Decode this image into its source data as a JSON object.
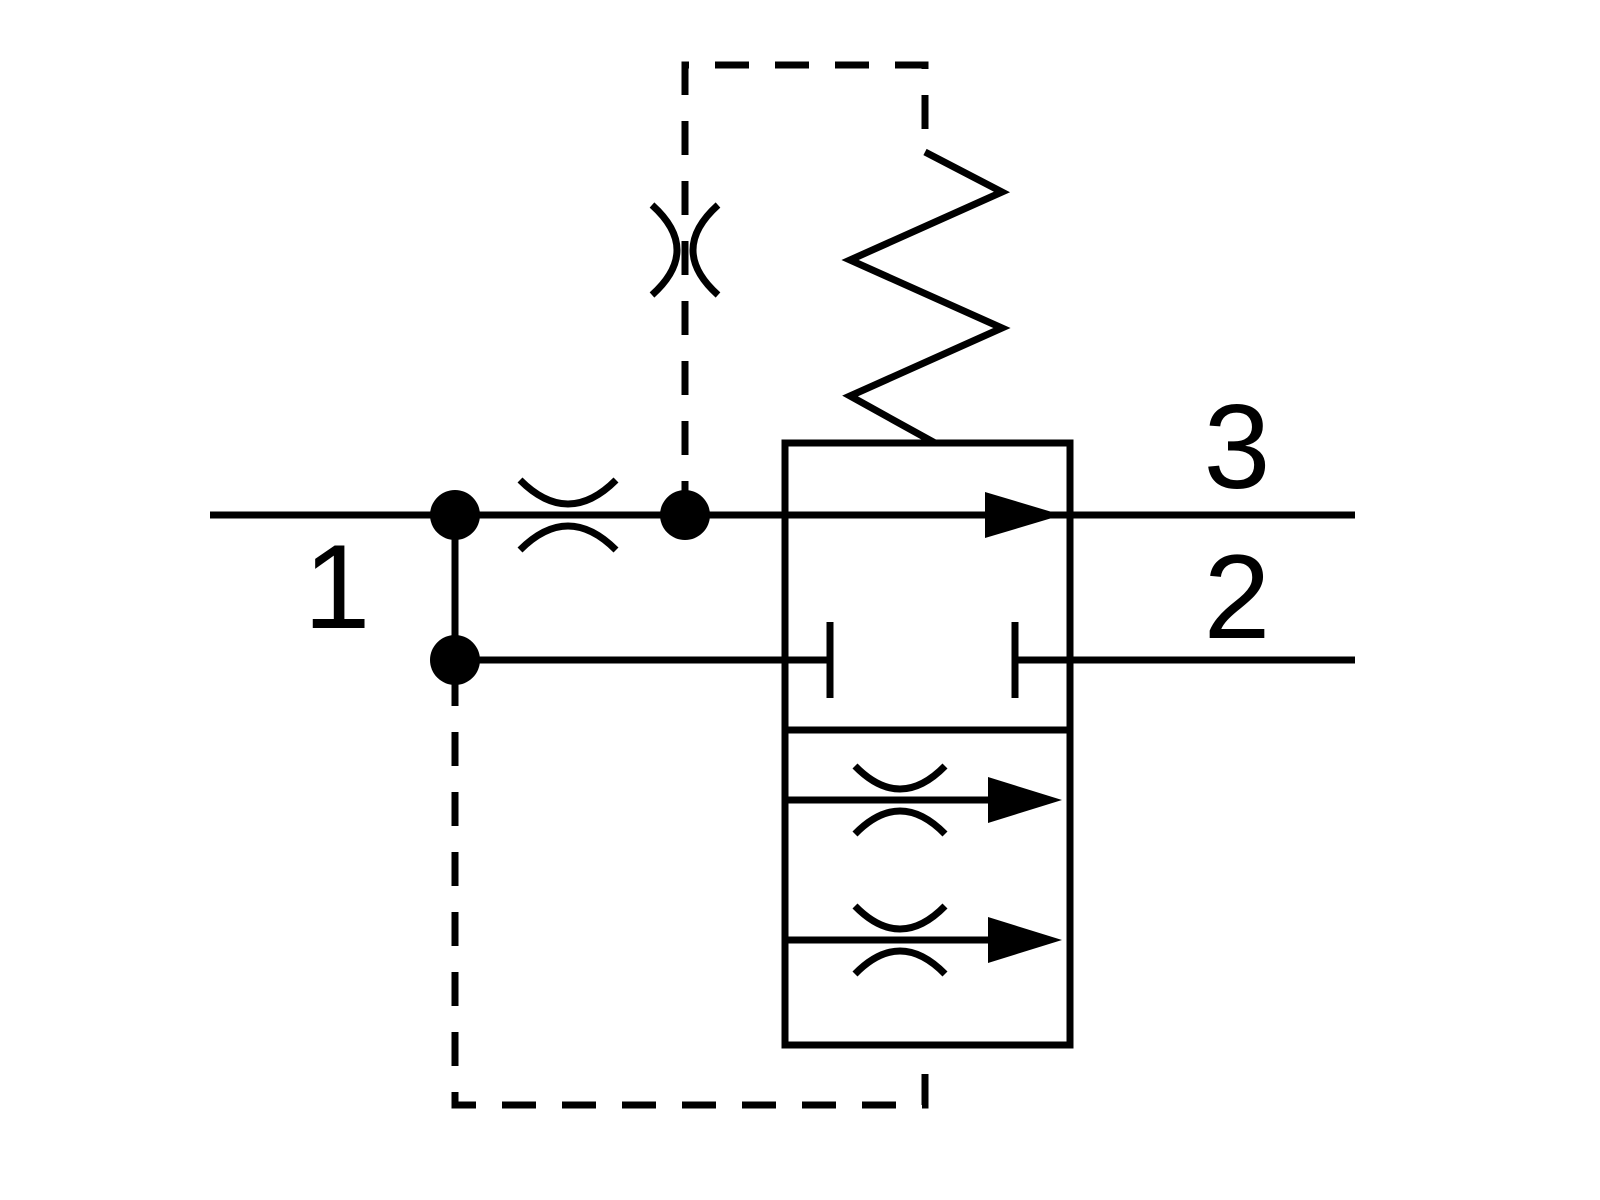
{
  "diagram": {
    "type": "hydraulic-valve-schematic",
    "background_color": "#ffffff",
    "line_color": "#000000",
    "port_labels": {
      "port1": "1",
      "port2": "2",
      "port3": "3"
    },
    "icons": {
      "junction_dot": "filled-circle",
      "fixed_orifice": "paired-arc-restriction",
      "pilot_orifice": "paired-arc-restriction-vertical",
      "spring": "zigzag-spring",
      "flow_arrow": "filled-right-triangle",
      "blocked_port": "paired-end-bars",
      "pilot_line": "dashed-line",
      "valve_envelope": "rectangle-two-sections"
    }
  }
}
